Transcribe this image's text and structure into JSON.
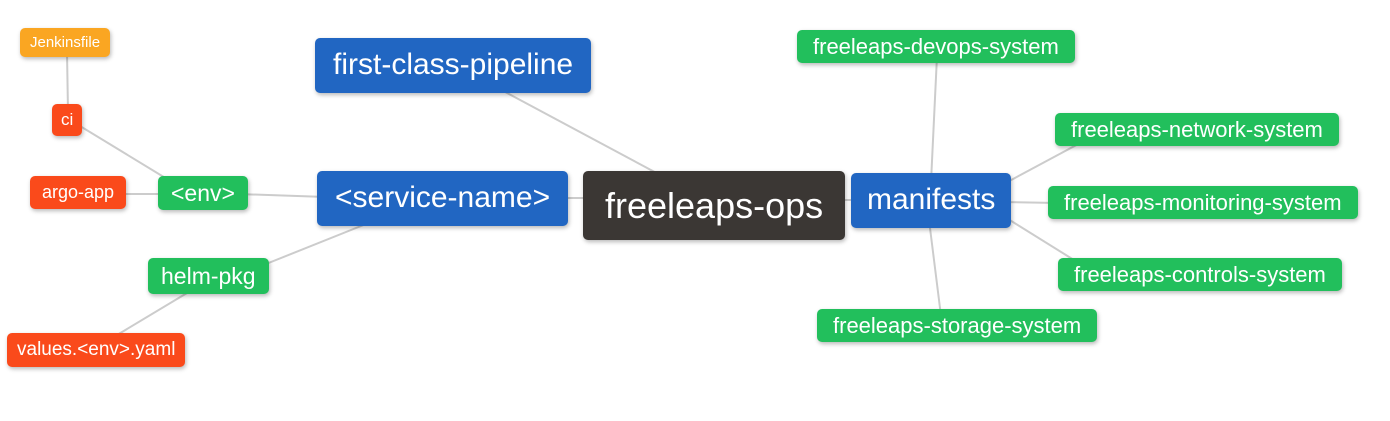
{
  "colors": {
    "background": "#ffffff",
    "node_text": "#ffffff",
    "blue": "#2166c2",
    "green": "#22bf5c",
    "red_orange": "#fa4a1b",
    "orange": "#faa622",
    "dark": "#3b3734",
    "edge_gray": "#cccccc"
  },
  "mindmap": {
    "root": {
      "label": "freeleaps-ops"
    },
    "nodes": {
      "first_class_pipeline": {
        "label": "first-class-pipeline"
      },
      "service_name": {
        "label": "<service-name>"
      },
      "manifests": {
        "label": "manifests"
      },
      "env": {
        "label": "<env>"
      },
      "helm_pkg": {
        "label": "helm-pkg"
      },
      "ci": {
        "label": "ci"
      },
      "argo_app": {
        "label": "argo-app"
      },
      "jenkinsfile": {
        "label": "Jenkinsfile"
      },
      "values_env_yaml": {
        "label": "values.<env>.yaml"
      },
      "devops_system": {
        "label": "freeleaps-devops-system"
      },
      "network_system": {
        "label": "freeleaps-network-system"
      },
      "monitoring_system": {
        "label": "freeleaps-monitoring-system"
      },
      "controls_system": {
        "label": "freeleaps-controls-system"
      },
      "storage_system": {
        "label": "freeleaps-storage-system"
      }
    },
    "edges": [
      [
        "freeleaps-ops",
        "first-class-pipeline"
      ],
      [
        "freeleaps-ops",
        "<service-name>"
      ],
      [
        "freeleaps-ops",
        "manifests"
      ],
      [
        "<service-name>",
        "<env>"
      ],
      [
        "<service-name>",
        "helm-pkg"
      ],
      [
        "<env>",
        "ci"
      ],
      [
        "<env>",
        "argo-app"
      ],
      [
        "ci",
        "Jenkinsfile"
      ],
      [
        "helm-pkg",
        "values.<env>.yaml"
      ],
      [
        "manifests",
        "freeleaps-devops-system"
      ],
      [
        "manifests",
        "freeleaps-network-system"
      ],
      [
        "manifests",
        "freeleaps-monitoring-system"
      ],
      [
        "manifests",
        "freeleaps-controls-system"
      ],
      [
        "manifests",
        "freeleaps-storage-system"
      ]
    ]
  }
}
